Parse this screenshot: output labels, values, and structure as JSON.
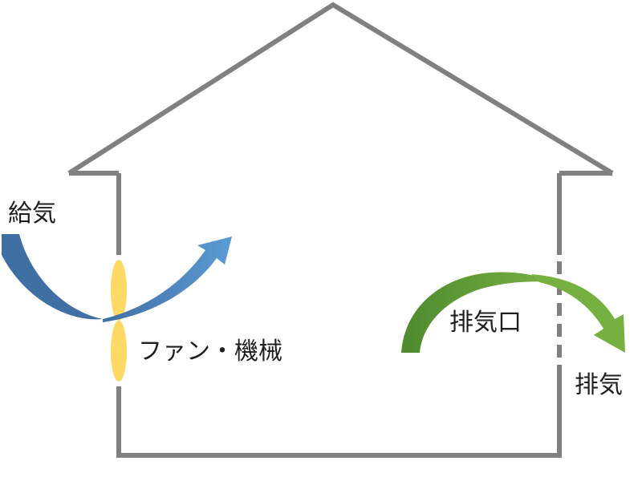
{
  "labels": {
    "supply": "給気",
    "fan": "ファン・機械",
    "exhaust_vent": "排気口",
    "exhaust": "排気"
  },
  "colors": {
    "house_outline": "#808080",
    "supply_arrow_dark": "#3f6fa3",
    "supply_arrow_light": "#5b9bd5",
    "fan_blade": "#ffd966",
    "exhaust_arrow_dark": "#4e8a2e",
    "exhaust_arrow_light": "#76b041"
  }
}
